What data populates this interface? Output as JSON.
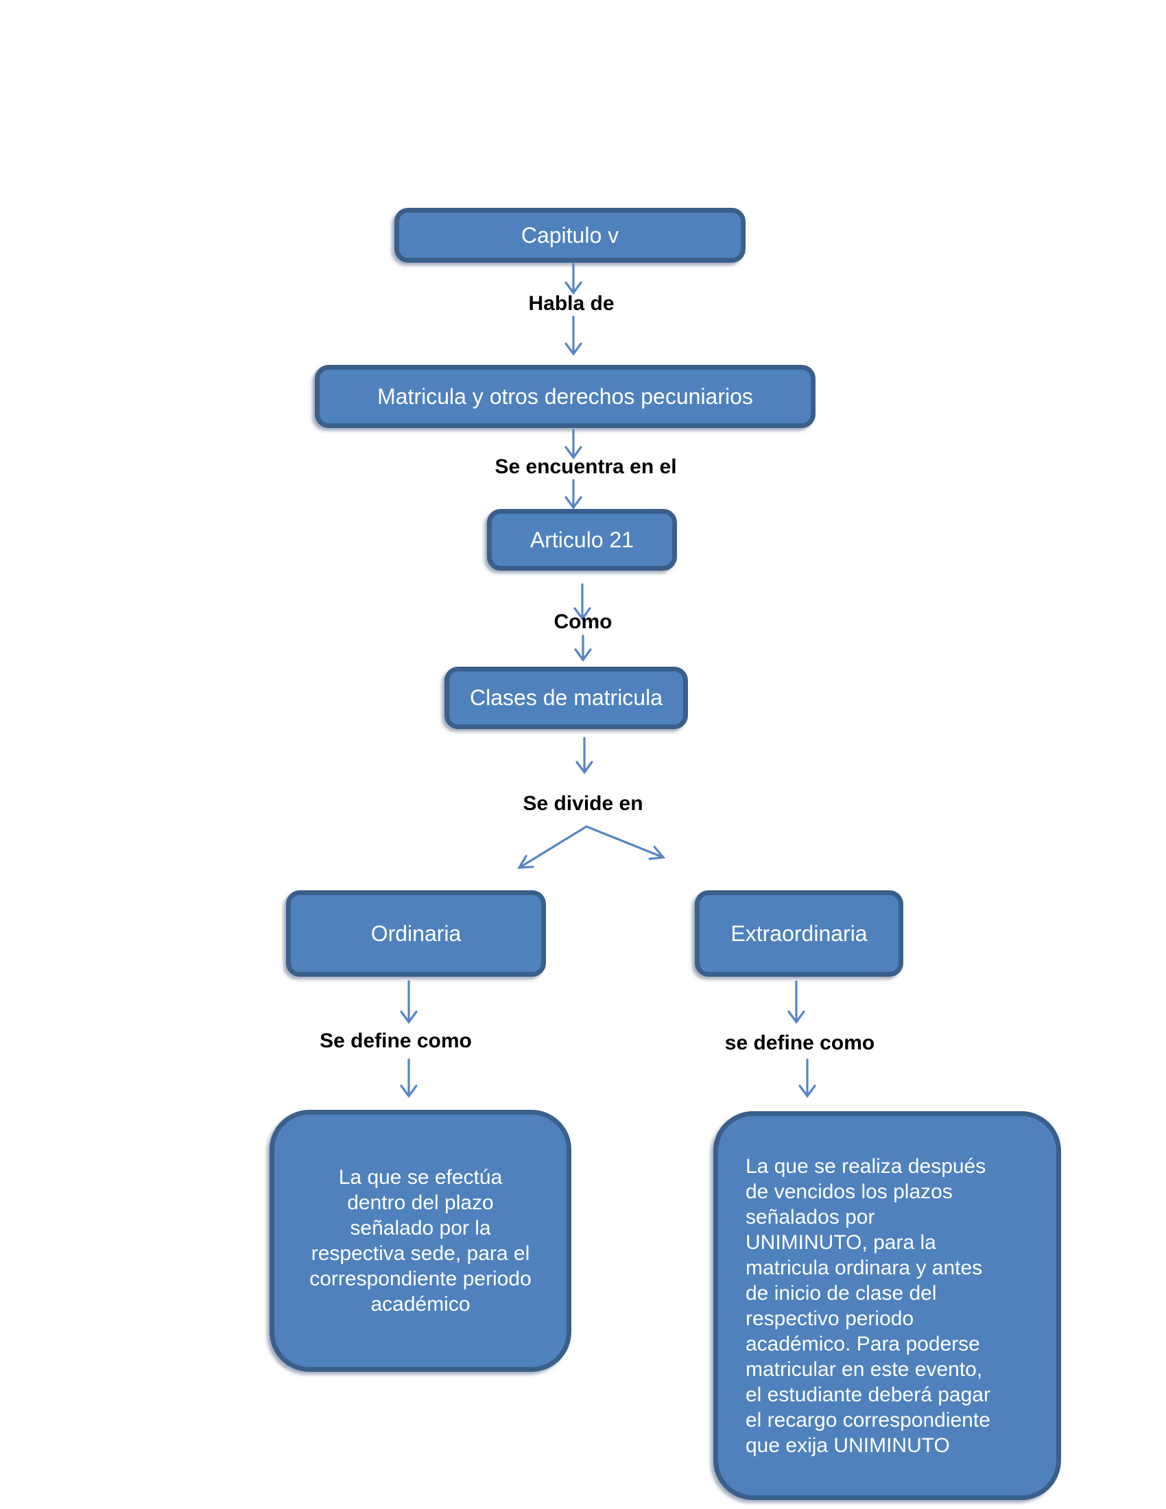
{
  "diagram": {
    "nodes": {
      "capitulo": "Capitulo v",
      "matricula": "Matricula y otros derechos pecuniarios",
      "articulo": "Articulo 21",
      "clases": "Clases de matricula",
      "ordinaria": "Ordinaria",
      "extraordinaria": "Extraordinaria",
      "ordinaria_def": "La que se efectúa\ndentro del plazo\nseñalado por la\nrespectiva sede, para el\ncorrespondiente periodo\nacadémico",
      "extraordinaria_def": "La que se realiza después\nde vencidos los plazos\nseñalados por\nUNIMINUTO, para la\nmatricula ordinara y antes\nde inicio de clase del\nrespectivo periodo\nacadémico. Para poderse\nmatricular en este evento,\nel estudiante deberá pagar\nel recargo correspondiente\nque exija UNIMINUTO"
    },
    "labels": {
      "habla_de": "Habla de",
      "se_encuentra": "Se encuentra en el",
      "como": "Como",
      "se_divide": "Se divide en",
      "se_define_left": "Se define como",
      "se_define_right": "se define como"
    },
    "colors": {
      "node_fill": "#4f81bd",
      "node_border": "#3a5f8a",
      "node_text": "#ffffff",
      "arrow": "#5585c5",
      "label_text": "#000000",
      "background": "#ffffff"
    }
  }
}
